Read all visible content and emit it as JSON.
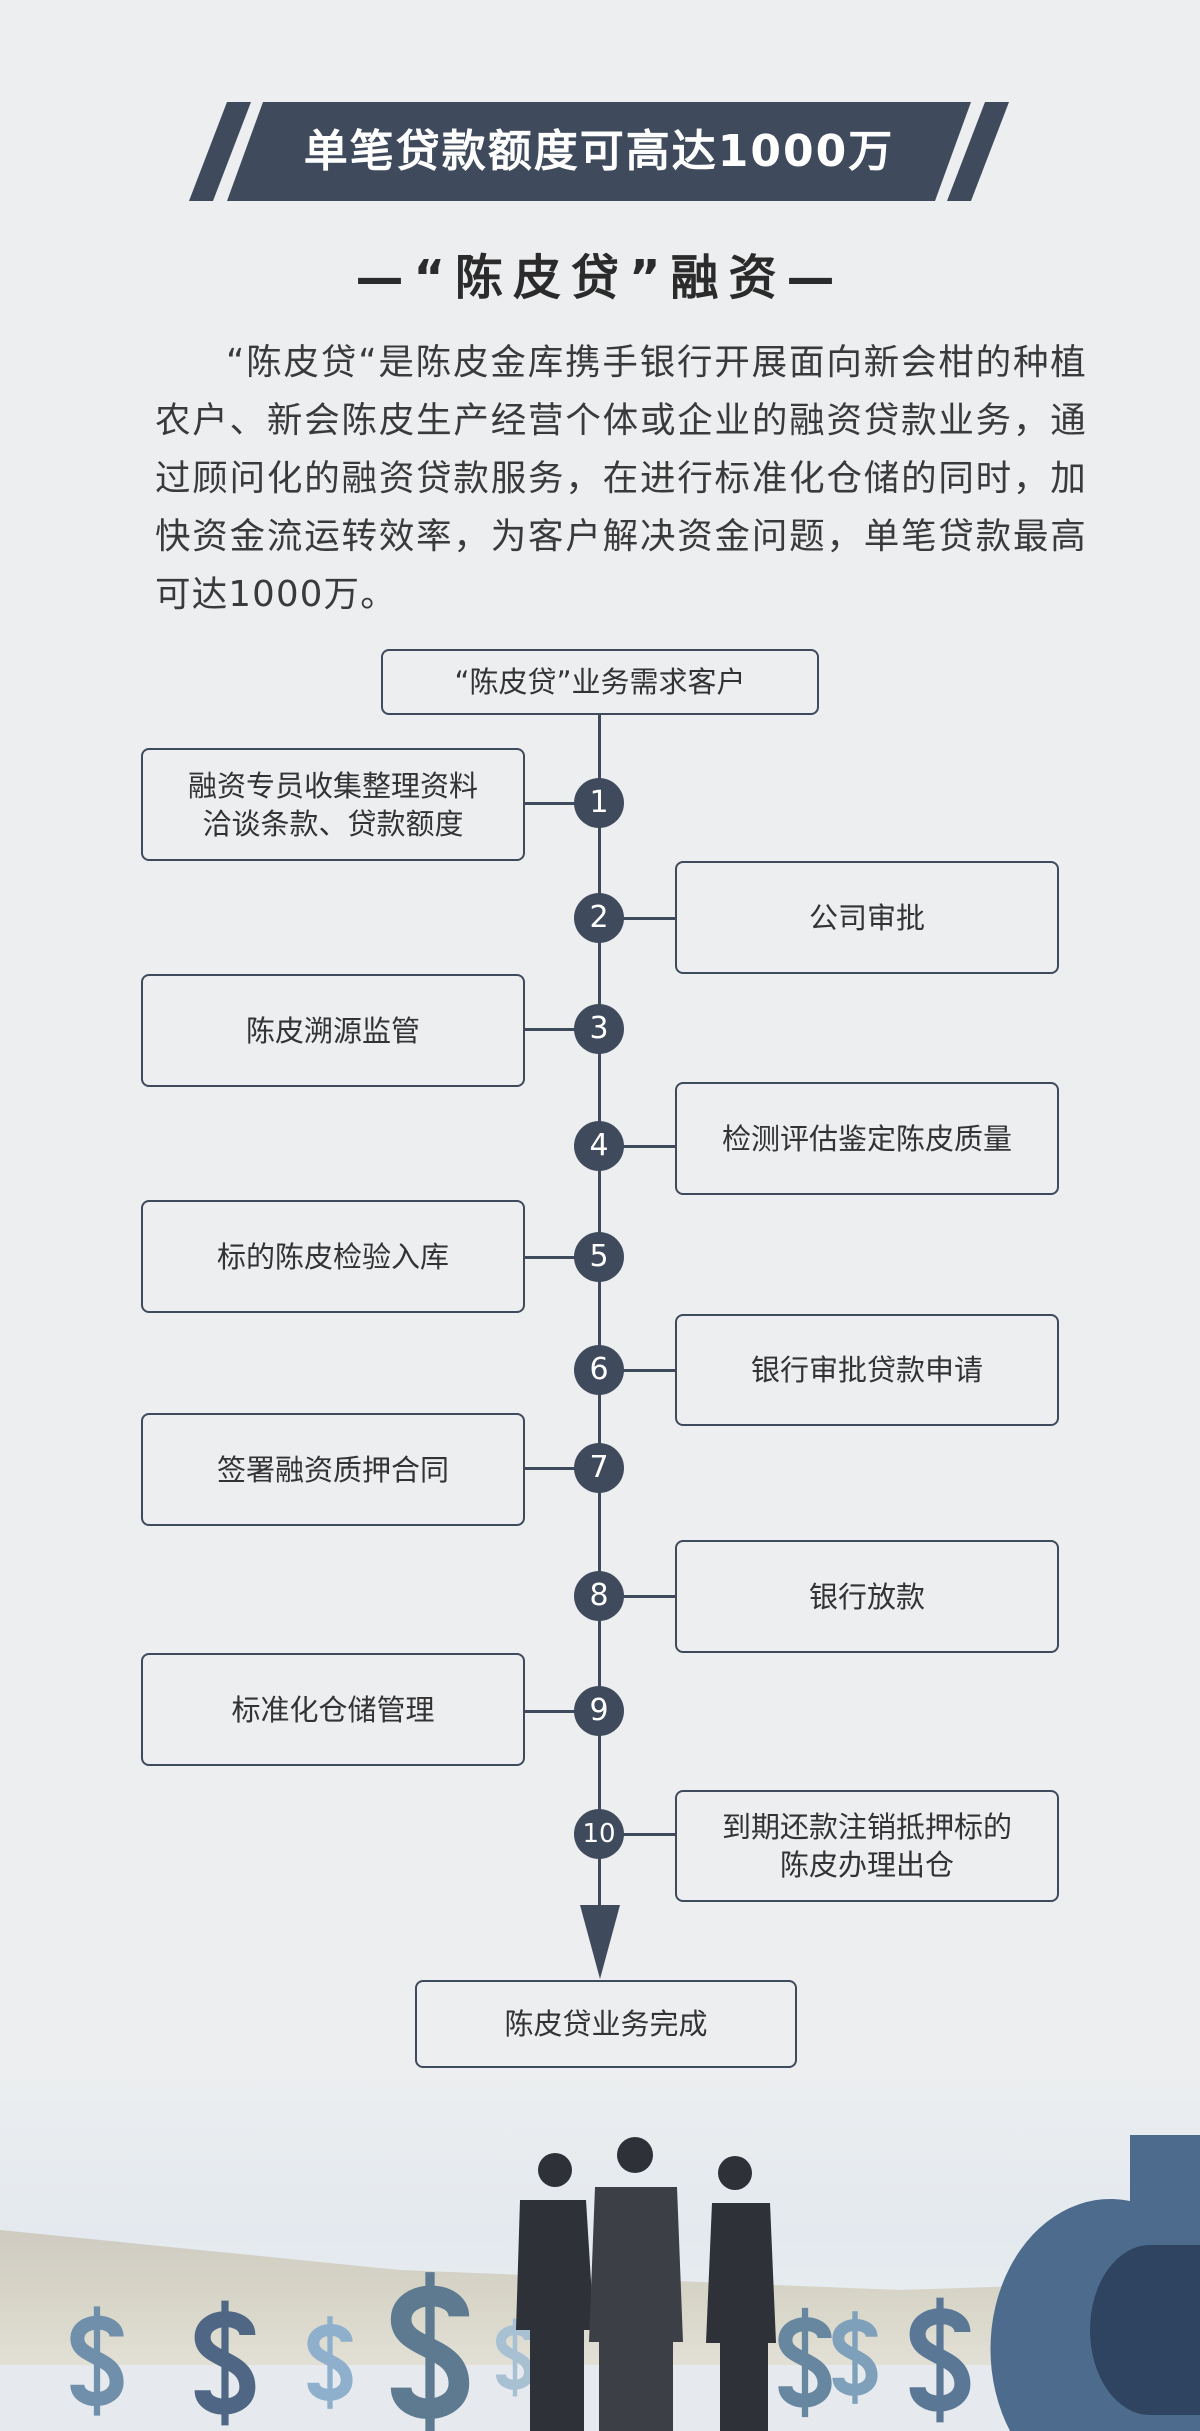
{
  "header": {
    "banner_title": "单笔贷款额度可高达1000万",
    "subtitle": "—“陈皮贷”融资—",
    "intro": "“陈皮贷“是陈皮金库携手银行开展面向新会柑的种植农户、新会陈皮生产经营个体或企业的融资贷款业务，通过顾问化的融资贷款服务，在进行标准化仓储的同时，加快资金流运转效率，为客户解决资金问题，单笔贷款最高可达1000万。"
  },
  "flow": {
    "start": "“陈皮贷”业务需求客户",
    "steps": [
      {
        "num": "1",
        "label": "融资专员收集整理资料\n洽谈条款、贷款额度"
      },
      {
        "num": "2",
        "label": "公司审批"
      },
      {
        "num": "3",
        "label": "陈皮溯源监管"
      },
      {
        "num": "4",
        "label": "检测评估鉴定陈皮质量"
      },
      {
        "num": "5",
        "label": "标的陈皮检验入库"
      },
      {
        "num": "6",
        "label": "银行审批贷款申请"
      },
      {
        "num": "7",
        "label": "签署融资质押合同"
      },
      {
        "num": "8",
        "label": "银行放款"
      },
      {
        "num": "9",
        "label": "标准化仓储管理"
      },
      {
        "num": "10",
        "label": "到期还款注销抵押标的\n陈皮办理出仓"
      }
    ],
    "end": "陈皮贷业务完成"
  },
  "colors": {
    "dark": "#3f4b5c",
    "background": "#eceef0"
  }
}
